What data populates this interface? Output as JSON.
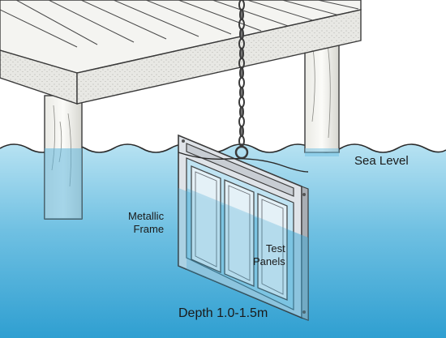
{
  "labels": {
    "sea_level": "Sea Level",
    "frame_line1": "Metallic",
    "frame_line2": "Frame",
    "panels_line1": "Test",
    "panels_line2": "Panels",
    "depth": "Depth 1.0-1.5m"
  },
  "colors": {
    "water_top": "#a9dcef",
    "water_bottom": "#2fa0d2",
    "deck": "#f1f1ee",
    "frame": "#d9dde2",
    "outline": "#3a3a3a"
  }
}
